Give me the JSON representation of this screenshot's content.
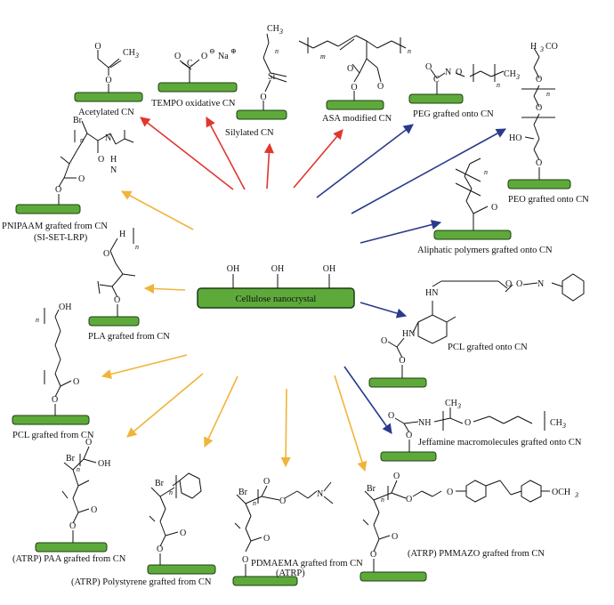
{
  "center": {
    "label": "Cellulose nanocrystal",
    "hydroxyl": "OH"
  },
  "colors": {
    "rod_fill": "#5daa3b",
    "rod_stroke": "#1f3d10",
    "red": "#e0362f",
    "blue": "#2a3a8c",
    "yellow": "#f0b43a"
  },
  "labels": {
    "acetylated": "Acetylated CN",
    "tempo": "TEMPO oxidative CN",
    "silylated": "Silylated CN",
    "asa": "ASA modified CN",
    "peg": "PEG grafted onto CN",
    "peo": "PEO grafted onto CN",
    "pnipaam_1": "PNIPAAM grafted from CN",
    "pnipaam_2": "(SI-SET-LRP)",
    "aliphatic": "Aliphatic polymers grafted onto CN",
    "pla": "PLA grafted from CN",
    "pcl_onto": "PCL grafted onto CN",
    "pcl_from": "PCL grafted from CN",
    "jeffamine": "Jeffamine macromolecules grafted onto CN",
    "paa": "(ATRP) PAA grafted from CN",
    "polystyrene": "(ATRP) Polystyrene grafted from CN",
    "pdmaema_1": "PDMAEMA grafted from CN",
    "pdmaema_2": "(ATRP)",
    "pmmazo": "(ATRP) PMMAZO grafted from CN"
  },
  "atoms": {
    "O": "O",
    "C": "C",
    "N": "N",
    "H": "H",
    "HN": "HN",
    "NH": "NH",
    "OH": "OH",
    "HO": "HO",
    "Si": "Si",
    "Br": "Br",
    "Na": "Na",
    "CH3": "CH",
    "three": "3",
    "H3CO": "H",
    "H3CO_b": "CO",
    "OCH3": "OCH",
    "n": "n",
    "m": "m",
    "plus": "⊕",
    "minus": "⊖"
  }
}
